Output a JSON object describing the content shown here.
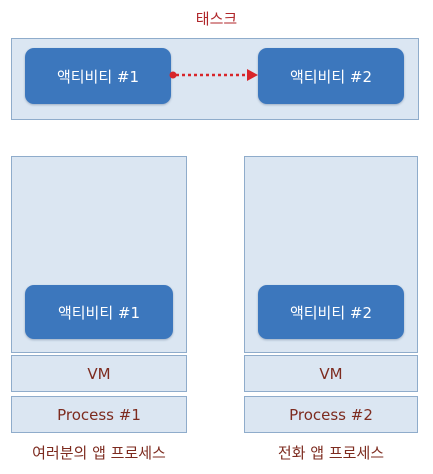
{
  "task": {
    "title": "태스크",
    "activity_left": "액티비티 #1",
    "activity_right": "액티비티 #2"
  },
  "processes": {
    "left": {
      "activity": "액티비티 #1",
      "vm": "VM",
      "process": "Process #1",
      "caption": "여러분의 앱 프로세스"
    },
    "right": {
      "activity": "액티비티 #2",
      "vm": "VM",
      "process": "Process #2",
      "caption": "전화 앱 프로세스"
    }
  },
  "colors": {
    "activity_fill": "#3c77bd",
    "container_fill": "#dbe6f2",
    "container_border": "#8faccb",
    "title_red": "#b0262a",
    "label_brown": "#7d2b1f",
    "arrow_red": "#d8252a"
  }
}
